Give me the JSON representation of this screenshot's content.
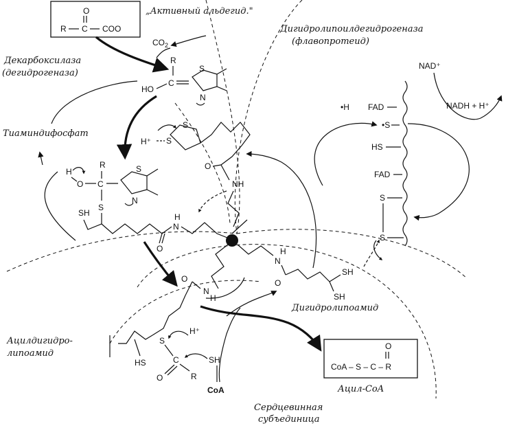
{
  "labels": {
    "active_aldehyde": "„Активный альдегид.\"",
    "dihydrolipoyl_dh": "Дигидролипоилдегидрогеназа",
    "flavoprotein": "(флавопротеид)",
    "decarboxylase": "Декарбоксилаза",
    "dehydrogenase": "(дегидрогеназа)",
    "thiamine_dp": "Тиаминдифосфат",
    "dihydrolipoamide": "Дигидролипоамид",
    "acyldihydro_1": "Ацилдигидро-",
    "acyldihydro_2": "липоамид",
    "acyl_coa": "Ацил-CoA",
    "core_1": "Сердцевинная",
    "core_2": "субъединица"
  },
  "chem": {
    "ketoacid_o": "O",
    "ketoacid_r": "R",
    "ketoacid_c": "C",
    "ketoacid_coo": "COO",
    "co2": "CO",
    "co2_sub": "2",
    "r_top": "R",
    "ho": "HO",
    "c_eq": "C",
    "s_ring1": "S",
    "n_ring1": "N",
    "h_plus_1": "H⁺",
    "s_lip1": "S",
    "s_lip2": "S",
    "nh_1": "NH",
    "o_amide_1": "O",
    "h_oh": "H",
    "o_oh": "O",
    "c_mid": "C",
    "r_mid": "R",
    "s_ring2": "S",
    "n_ring2": "N",
    "s_link": "S",
    "hs_1": "SH",
    "nh_2": "N",
    "h_nh2": "H",
    "o_amide_2": "O",
    "nad": "NAD⁺",
    "nadh": "NADH + H⁺",
    "h_fad": "•H",
    "fad_1": "FAD",
    "s_fad": "•S",
    "hs_fad": "HS",
    "fad_2": "FAD",
    "s_fad2": "S",
    "s_fad3": "S",
    "h_nh3": "H",
    "n_3": "N",
    "o_3": "O",
    "sh_2": "SH",
    "sh_3": "SH",
    "o_4": "O",
    "n_4": "N",
    "h_n4": "H",
    "s_acyl": "S",
    "h_plus_2": "H⁺",
    "hs_acyl": "HS",
    "c_acyl": "C",
    "o_acyl": "O",
    "r_acyl": "R",
    "sh_coa": "SH",
    "coa": "CoA",
    "acylcoa_o": "O",
    "acylcoa_formula": "CoA – S – C – R"
  }
}
